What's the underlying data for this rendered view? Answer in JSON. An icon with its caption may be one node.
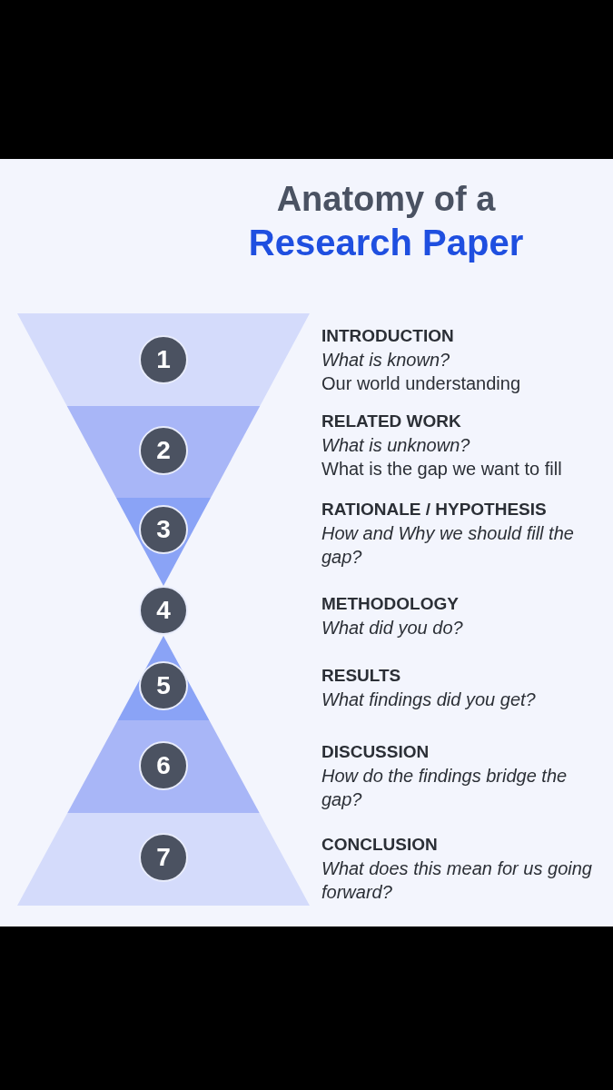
{
  "diagram": {
    "title": "Anatomy of a **Research Paper**",
    "nodes": [
      {
        "text": [
          "1"
        ],
        "beside": [
          "INTRODUCTION",
          "What is known?",
          "Our world understanding"
        ]
      },
      {
        "text": [
          "2"
        ],
        "beside": [
          "RELATED WORK",
          "What is unknown?",
          "What is the gap we want to fill"
        ]
      },
      {
        "text": [
          "3"
        ],
        "beside": [
          "RATIONALE / HYPOTHESIS",
          "How and Why we should fill the gap?"
        ]
      },
      {
        "text": [
          "4"
        ],
        "beside": [
          "METHODOLOGY",
          "What did you do?"
        ]
      },
      {
        "text": [
          "5"
        ],
        "beside": [
          "RESULTS",
          "What findings did you get?"
        ]
      },
      {
        "text": [
          "6"
        ],
        "beside": [
          "DISCUSSION",
          "How do the findings bridge the gap?"
        ]
      },
      {
        "text": [
          "7"
        ],
        "beside": [
          "CONCLUSION",
          "What does this mean for us going forward?"
        ]
      }
    ]
  }
}
